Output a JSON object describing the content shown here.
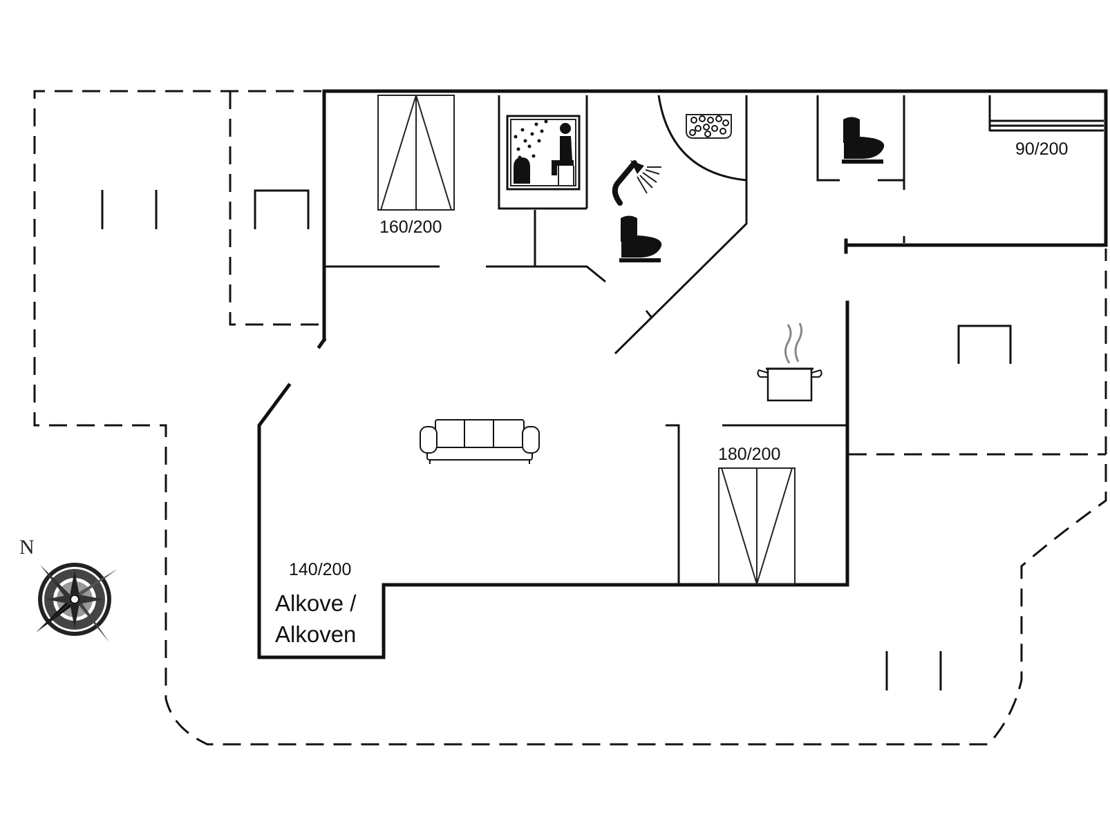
{
  "labels": {
    "bed_master": "160/200",
    "bed_single": "90/200",
    "bed_double": "180/200",
    "bed_alcove": "140/200",
    "alcove_line1": "Alkove /",
    "alcove_line2": "Alkoven"
  },
  "compass": {
    "north": "N"
  },
  "icons": [
    "bed-icon",
    "sauna-icon",
    "shower-icon",
    "toilet-icon",
    "whirlpool-icon",
    "kitchen-pot-icon",
    "sofa-icon",
    "compass-rose-icon"
  ]
}
